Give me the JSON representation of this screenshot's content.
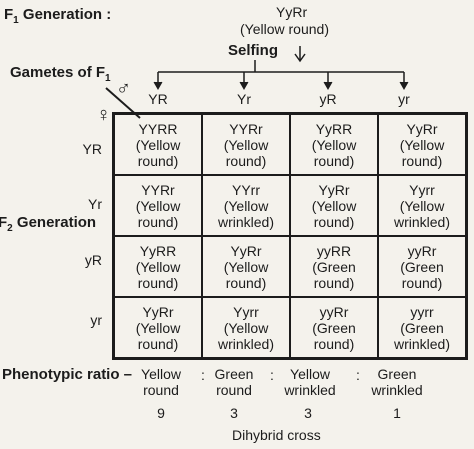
{
  "f1": {
    "label": "F",
    "label_sub": "1",
    "label_suffix": " Generation :",
    "genotype": "YyRr",
    "phenotype": "(Yellow round)"
  },
  "selfing_label": "Selfing",
  "gametes": {
    "label": "Gametes  of F",
    "label_sub": "1",
    "male_symbol": "♂",
    "female_symbol": "♀",
    "male": [
      "YR",
      "Yr",
      "yR",
      "yr"
    ],
    "female": [
      "YR",
      "Yr",
      "yR",
      "yr"
    ]
  },
  "f2": {
    "label": "F",
    "label_sub": "2",
    "label_suffix": " Generation"
  },
  "grid": [
    [
      {
        "genotype": "YYRR",
        "phenotype": "(Yellow round)"
      },
      {
        "genotype": "YYRr",
        "phenotype": "(Yellow round)"
      },
      {
        "genotype": "YyRR",
        "phenotype": "(Yellow round)"
      },
      {
        "genotype": "YyRr",
        "phenotype": "(Yellow round)"
      }
    ],
    [
      {
        "genotype": "YYRr",
        "phenotype": "(Yellow round)"
      },
      {
        "genotype": "YYrr",
        "phenotype": "(Yellow wrinkled)"
      },
      {
        "genotype": "YyRr",
        "phenotype": "(Yellow round)"
      },
      {
        "genotype": "Yyrr",
        "phenotype": "(Yellow wrinkled)"
      }
    ],
    [
      {
        "genotype": "YyRR",
        "phenotype": "(Yellow round)"
      },
      {
        "genotype": "YyRr",
        "phenotype": "(Yellow round)"
      },
      {
        "genotype": "yyRR",
        "phenotype": "(Green round)"
      },
      {
        "genotype": "yyRr",
        "phenotype": "(Green round)"
      }
    ],
    [
      {
        "genotype": "YyRr",
        "phenotype": "(Yellow round)"
      },
      {
        "genotype": "Yyrr",
        "phenotype": "(Yellow wrinkled)"
      },
      {
        "genotype": "yyRr",
        "phenotype": "(Green round)"
      },
      {
        "genotype": "yyrr",
        "phenotype": "(Green wrinkled)"
      }
    ]
  ],
  "ratio": {
    "label": "Phenotypic ratio –",
    "separator": ":",
    "classes": [
      {
        "line1": "Yellow",
        "line2": "round",
        "count": "9"
      },
      {
        "line1": "Green",
        "line2": "round",
        "count": "3"
      },
      {
        "line1": "Yellow",
        "line2": "wrinkled",
        "count": "3"
      },
      {
        "line1": "Green",
        "line2": "wrinkled",
        "count": "1"
      }
    ]
  },
  "caption": "Dihybrid cross"
}
